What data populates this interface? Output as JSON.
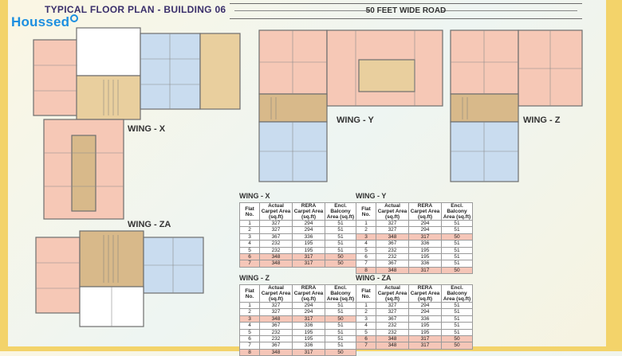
{
  "title": "TYPICAL FLOOR PLAN - BUILDING 06",
  "logo": "Houssed",
  "road_label": "50 FEET WIDE ROAD",
  "wings": {
    "x": "WING - X",
    "y": "WING - Y",
    "z": "WING - Z",
    "za": "WING - ZA"
  },
  "table_headers": [
    "Flat No.",
    "Actual Carpet Area (sq.ft)",
    "RERA Carpet Area (sq.ft)",
    "Encl. Balcony Area (sq.ft)"
  ],
  "tables": [
    {
      "title": "WING - X",
      "rows": [
        [
          "1",
          "327",
          "294",
          "51"
        ],
        [
          "2",
          "327",
          "294",
          "51"
        ],
        [
          "3",
          "367",
          "336",
          "51"
        ],
        [
          "4",
          "232",
          "195",
          "51"
        ],
        [
          "5",
          "232",
          "195",
          "51"
        ],
        [
          "6",
          "348",
          "317",
          "50"
        ],
        [
          "7",
          "348",
          "317",
          "50"
        ]
      ],
      "highlight": [
        5,
        6
      ]
    },
    {
      "title": "WING - Y",
      "rows": [
        [
          "1",
          "327",
          "294",
          "51"
        ],
        [
          "2",
          "327",
          "294",
          "51"
        ],
        [
          "3",
          "348",
          "317",
          "50"
        ],
        [
          "4",
          "367",
          "336",
          "51"
        ],
        [
          "5",
          "232",
          "195",
          "51"
        ],
        [
          "6",
          "232",
          "195",
          "51"
        ],
        [
          "7",
          "367",
          "336",
          "51"
        ],
        [
          "8",
          "348",
          "317",
          "50"
        ]
      ],
      "highlight": [
        2,
        7
      ]
    },
    {
      "title": "WING - Z",
      "rows": [
        [
          "1",
          "327",
          "294",
          "51"
        ],
        [
          "2",
          "327",
          "294",
          "51"
        ],
        [
          "3",
          "348",
          "317",
          "50"
        ],
        [
          "4",
          "367",
          "336",
          "51"
        ],
        [
          "5",
          "232",
          "195",
          "51"
        ],
        [
          "6",
          "232",
          "195",
          "51"
        ],
        [
          "7",
          "367",
          "336",
          "51"
        ],
        [
          "8",
          "348",
          "317",
          "50"
        ]
      ],
      "highlight": [
        2,
        7
      ]
    },
    {
      "title": "WING - ZA",
      "rows": [
        [
          "1",
          "327",
          "294",
          "51"
        ],
        [
          "2",
          "327",
          "294",
          "51"
        ],
        [
          "3",
          "367",
          "336",
          "51"
        ],
        [
          "4",
          "232",
          "195",
          "51"
        ],
        [
          "5",
          "232",
          "195",
          "51"
        ],
        [
          "6",
          "348",
          "317",
          "50"
        ],
        [
          "7",
          "348",
          "317",
          "50"
        ]
      ],
      "highlight": [
        5,
        6
      ]
    }
  ],
  "colors": {
    "blue_flat": "#c9dcef",
    "pink_flat": "#f6c8b6",
    "core": "#d8b98a",
    "wall": "#6e6e6e",
    "lobby": "#e9cf9e"
  }
}
